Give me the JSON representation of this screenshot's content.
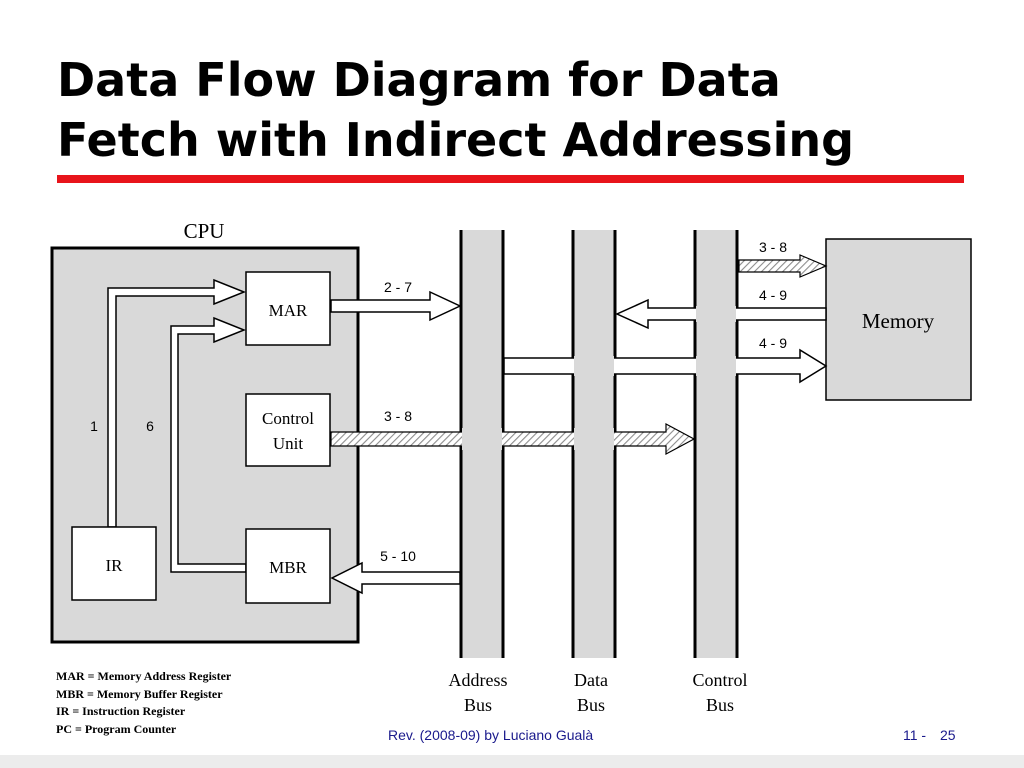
{
  "title_lines": [
    "Data Flow Diagram for Data",
    "Fetch with Indirect Addressing"
  ],
  "colors": {
    "rule": "#e8141b",
    "cpu_fill": "#d9d9d9",
    "bus_fill": "#d9d9d9",
    "footer_text": "#1a1a8c"
  },
  "diagram": {
    "cpu_label": "CPU",
    "registers": {
      "mar": "MAR",
      "control_unit": [
        "Control",
        "Unit"
      ],
      "ir": "IR",
      "mbr": "MBR"
    },
    "memory_label": "Memory",
    "internal_path_labels": {
      "path1": "1",
      "path6": "6"
    },
    "step_labels": {
      "mar_to_address_bus": "2 - 7",
      "control_to_control_bus": "3 - 8",
      "data_bus_to_mbr": "5 - 10",
      "control_bus_to_memory": "3 - 8",
      "memory_to_data_bus": "4 - 9",
      "address_bus_to_memory": "4 - 9"
    },
    "buses": [
      {
        "lines": [
          "Address",
          "Bus"
        ]
      },
      {
        "lines": [
          "Data",
          "Bus"
        ]
      },
      {
        "lines": [
          "Control",
          "Bus"
        ]
      }
    ]
  },
  "legend": [
    "MAR = Memory Address Register",
    "MBR = Memory Buffer Register",
    "IR = Instruction Register",
    "PC = Program Counter"
  ],
  "footer": {
    "credit": "Rev. (2008-09) by Luciano Gualà",
    "section": "11 -",
    "page": "25"
  }
}
